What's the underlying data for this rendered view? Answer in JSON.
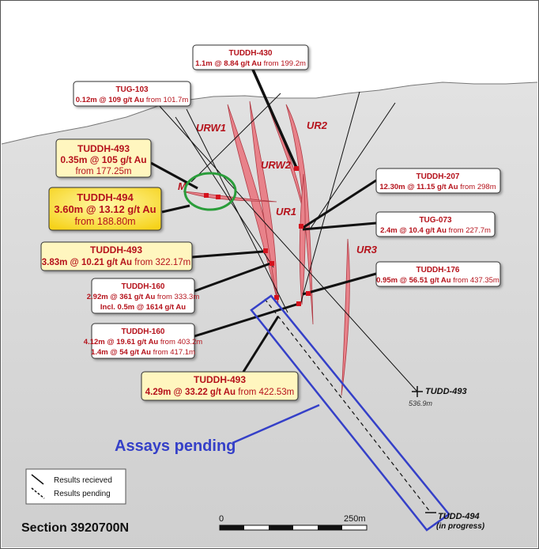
{
  "section_title": "Section 3920700N",
  "assays_pending": "Assays pending",
  "legend": {
    "received": "Results recieved",
    "pending": "Results pending"
  },
  "scale": {
    "start": "0",
    "end": "250m"
  },
  "veins": [
    "URW1",
    "UR2",
    "URW2",
    "M",
    "UR1",
    "UR3"
  ],
  "holes": [
    {
      "id": "TUDD-493",
      "depth": "536.9m"
    },
    {
      "id": "TUDD-494",
      "status": "(in progress)"
    }
  ],
  "callouts": [
    {
      "key": "tuddh430",
      "hole": "TUDDH-430",
      "l1": "1.1m @ 8.84 g/t Au",
      "l1b": " from 199.2m"
    },
    {
      "key": "tug103",
      "hole": "TUG-103",
      "l1": "0.12m @ 109 g/t Au",
      "l1b": " from 101.7m"
    },
    {
      "key": "tuddh493a",
      "hole": "TUDDH-493",
      "l1": "0.35m @ 105 g/t Au",
      "l2": "from 177.25m"
    },
    {
      "key": "tuddh494",
      "hole": "TUDDH-494",
      "l1": "3.60m @ 13.12 g/t Au",
      "l2": "from 188.80m"
    },
    {
      "key": "tuddh493b",
      "hole": "TUDDH-493",
      "l1": "3.83m @ 10.21 g/t Au",
      "l1b": " from 322.17m"
    },
    {
      "key": "tuddh160a",
      "hole": "TUDDH-160",
      "l1": "2.92m @ 361 g/t Au",
      "l1b": " from 333.3m",
      "l2": "Incl. 0.5m @ 1614 g/t Au"
    },
    {
      "key": "tuddh160b",
      "hole": "TUDDH-160",
      "l1": "4.12m @ 19.61 g/t Au",
      "l1b": " from 403.2m",
      "l2": "1.4m @ 54 g/t Au",
      "l2b": " from 417.1m"
    },
    {
      "key": "tuddh493c",
      "hole": "TUDDH-493",
      "l1": "4.29m @ 33.22 g/t Au",
      "l1b": " from 422.53m"
    },
    {
      "key": "tuddh207",
      "hole": "TUDDH-207",
      "l1": "12.30m @ 11.15 g/t Au",
      "l1b": " from 298m"
    },
    {
      "key": "tug073",
      "hole": "TUG-073",
      "l1": "2.4m @ 10.4 g/t Au",
      "l1b": " from 227.7m"
    },
    {
      "key": "tuddh176",
      "hole": "TUDDH-176",
      "l1": "0.95m @ 56.51 g/t Au",
      "l1b": " from 437.35m"
    }
  ],
  "colors": {
    "ground": "#d8d8d8",
    "sky": "#ffffff",
    "vein": "#e8828a",
    "vein_edge": "#b03a44",
    "label_red": "#b5121b",
    "highlight_fill": "#fff6bf",
    "highlight_strong": "#ffe94a",
    "pending_box": "#3540c8",
    "circle": "#2a9d3a"
  }
}
